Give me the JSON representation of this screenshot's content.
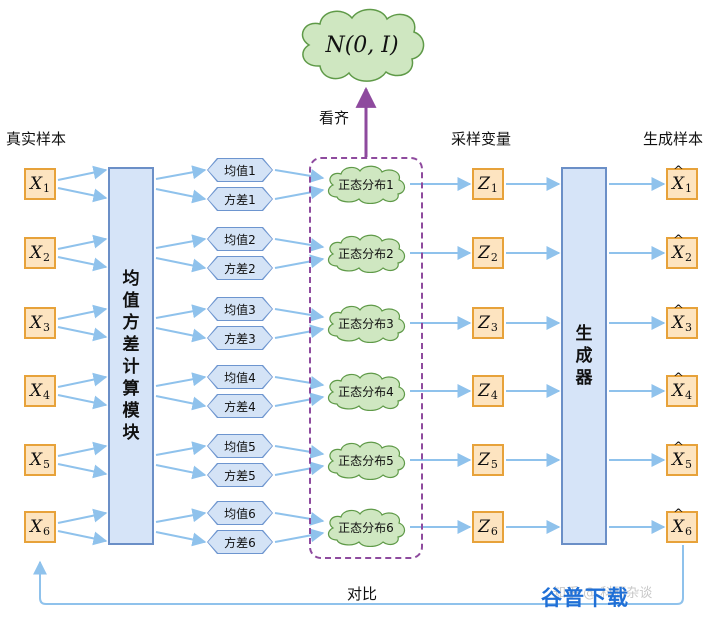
{
  "headers": {
    "real": "真实样本",
    "latent": "采样变量",
    "gen": "生成样本"
  },
  "prior": "N(0, I)",
  "align_label": "看齐",
  "compare_label": "对比",
  "encoder_label": "均值方差计算模块",
  "decoder_label": "生成器",
  "inputs": [
    {
      "letter": "X",
      "sub": "1"
    },
    {
      "letter": "X",
      "sub": "2"
    },
    {
      "letter": "X",
      "sub": "3"
    },
    {
      "letter": "X",
      "sub": "4"
    },
    {
      "letter": "X",
      "sub": "5"
    },
    {
      "letter": "X",
      "sub": "6"
    }
  ],
  "means": [
    "均值1",
    "均值2",
    "均值3",
    "均值4",
    "均值5",
    "均值6"
  ],
  "vars": [
    "方差1",
    "方差2",
    "方差3",
    "方差4",
    "方差5",
    "方差6"
  ],
  "distributions": [
    "正态分布1",
    "正态分布2",
    "正态分布3",
    "正态分布4",
    "正态分布5",
    "正态分布6"
  ],
  "latents": [
    {
      "letter": "Z",
      "sub": "1"
    },
    {
      "letter": "Z",
      "sub": "2"
    },
    {
      "letter": "Z",
      "sub": "3"
    },
    {
      "letter": "Z",
      "sub": "4"
    },
    {
      "letter": "Z",
      "sub": "5"
    },
    {
      "letter": "Z",
      "sub": "6"
    }
  ],
  "outputs": [
    {
      "letter": "X",
      "sub": "1"
    },
    {
      "letter": "X",
      "sub": "2"
    },
    {
      "letter": "X",
      "sub": "3"
    },
    {
      "letter": "X",
      "sub": "4"
    },
    {
      "letter": "X",
      "sub": "5"
    },
    {
      "letter": "X",
      "sub": "6"
    }
  ],
  "watermark": {
    "small": "知乎 @ 科研杂谈",
    "main": "谷普下载"
  },
  "colors": {
    "input_fill": "#fde4c0",
    "input_border": "#e7a23a",
    "block_fill": "#d6e4f8",
    "block_border": "#6b8fc7",
    "cloud_fill": "#cfe7c1",
    "cloud_border": "#5f9a48",
    "arrow": "#8fc2ec",
    "purple": "#8e4a9e"
  }
}
